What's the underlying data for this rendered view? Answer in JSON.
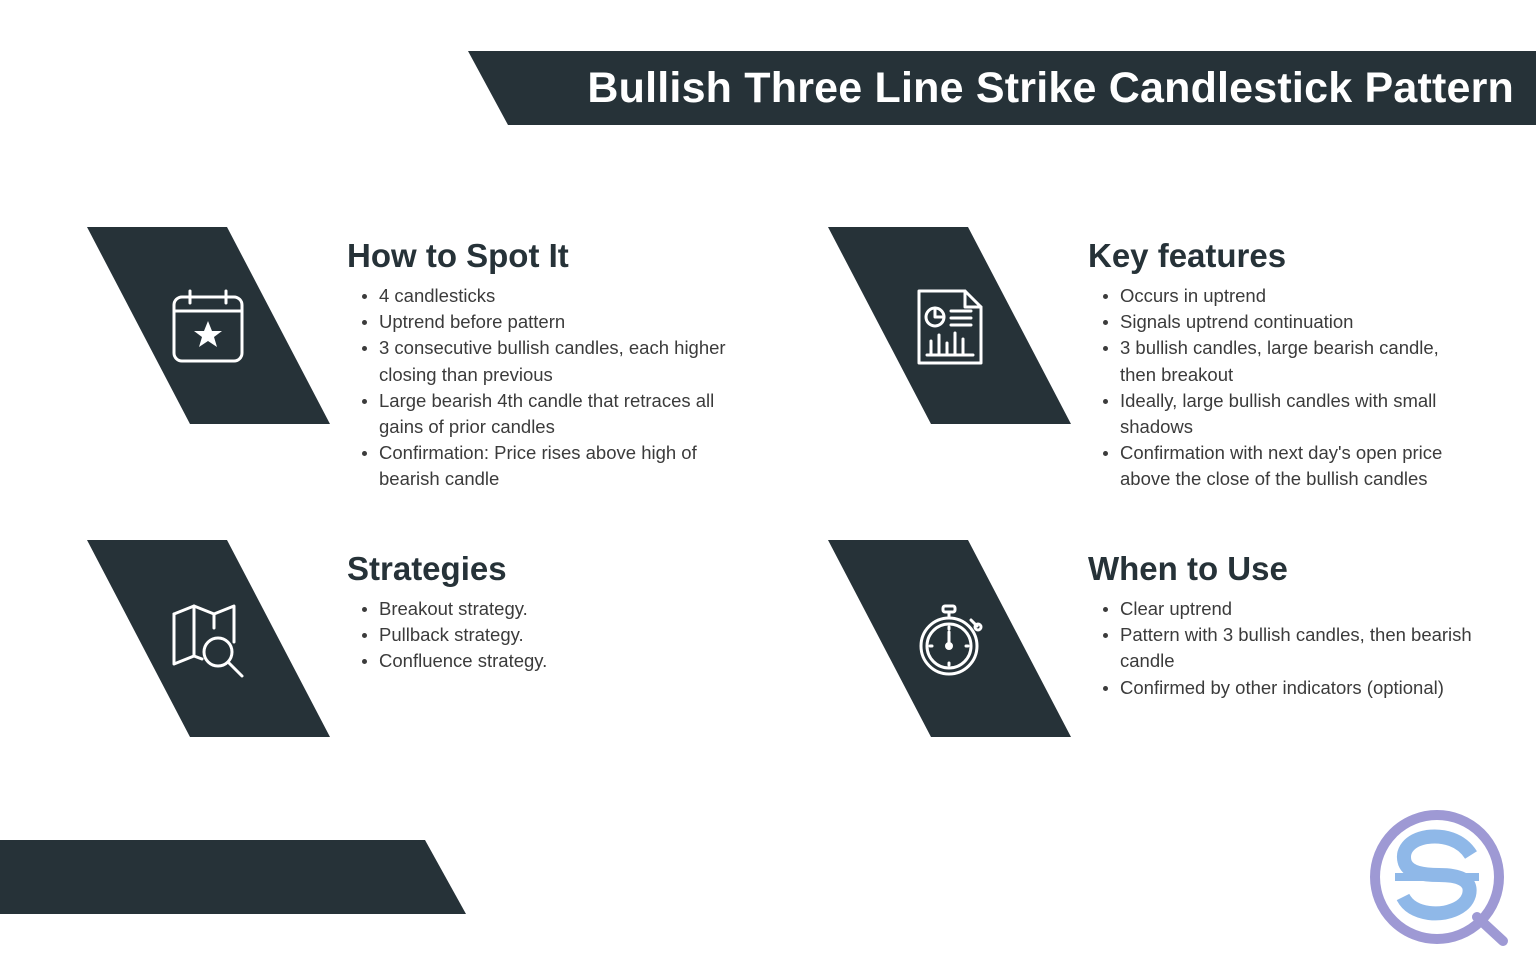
{
  "title": "Bullish Three Line Strike Candlestick Pattern",
  "colors": {
    "dark": "#263238",
    "text": "#3b3b3b",
    "logo_outer": "#9e99d4",
    "logo_inner": "#8fb8e8"
  },
  "sections": [
    {
      "heading": "How to Spot It",
      "icon": "calendar-star-icon",
      "items": [
        "4 candlesticks",
        "Uptrend before pattern",
        "3 consecutive bullish candles, each higher closing than previous",
        "Large bearish 4th candle that retraces all gains of prior candles",
        "Confirmation: Price rises above high of bearish candle"
      ]
    },
    {
      "heading": "Key features",
      "icon": "report-chart-icon",
      "items": [
        "Occurs in uptrend",
        "Signals uptrend continuation",
        "3 bullish candles, large bearish candle, then breakout",
        "Ideally, large bullish candles with small shadows",
        "Confirmation with next day's open price above the close of the bullish candles"
      ]
    },
    {
      "heading": "Strategies",
      "icon": "map-search-icon",
      "items": [
        "Breakout strategy.",
        "Pullback strategy.",
        "Confluence strategy."
      ]
    },
    {
      "heading": "When to Use",
      "icon": "stopwatch-icon",
      "items": [
        "Clear uptrend",
        "Pattern with 3 bullish candles, then bearish candle",
        "Confirmed by other indicators (optional)"
      ]
    }
  ]
}
